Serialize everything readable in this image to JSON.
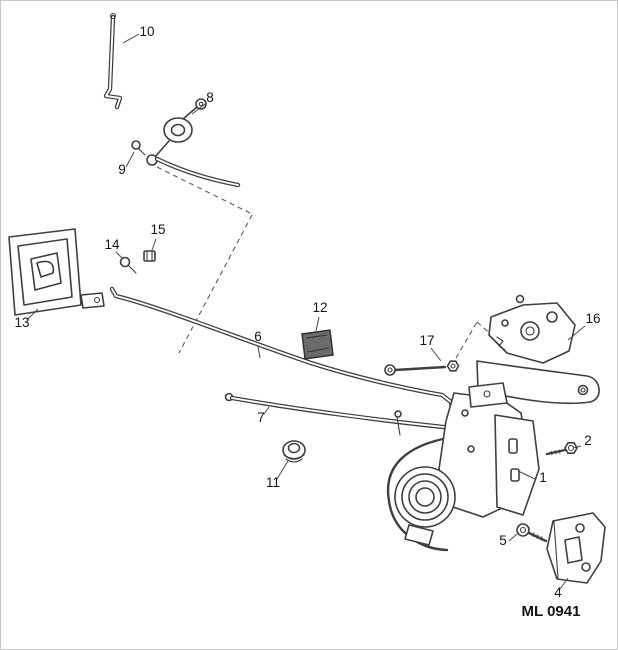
{
  "diagram": {
    "figure_code": "ML 0941",
    "colors": {
      "line": "#3f3f3f",
      "background": "#ffffff",
      "pad_fill": "#6b6b6b"
    },
    "parts": [
      {
        "number": "1"
      },
      {
        "number": "2"
      },
      {
        "number": "4"
      },
      {
        "number": "5"
      },
      {
        "number": "6"
      },
      {
        "number": "7"
      },
      {
        "number": "8"
      },
      {
        "number": "9"
      },
      {
        "number": "10"
      },
      {
        "number": "11"
      },
      {
        "number": "12"
      },
      {
        "number": "13"
      },
      {
        "number": "14"
      },
      {
        "number": "15"
      },
      {
        "number": "16"
      },
      {
        "number": "17"
      }
    ]
  }
}
